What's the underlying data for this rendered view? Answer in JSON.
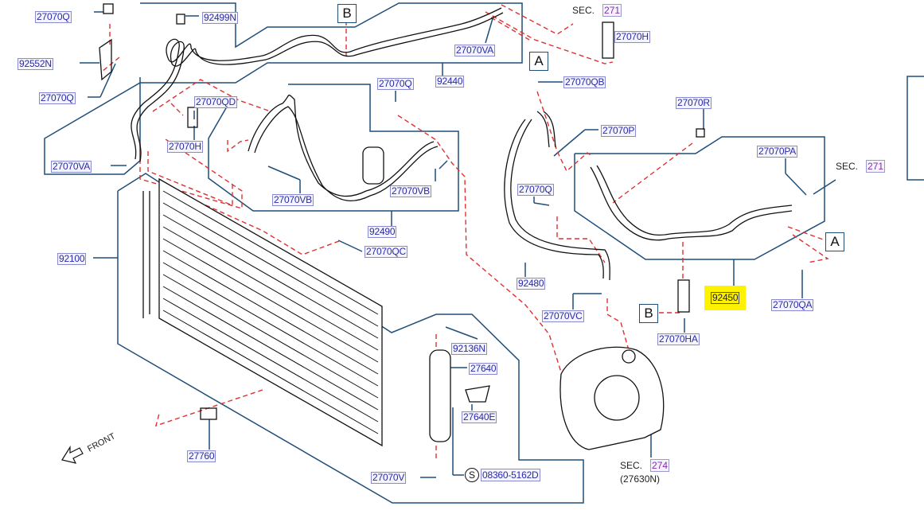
{
  "labels": [
    "27070Q",
    "92499N",
    "27070H",
    "92552N",
    "27070VA",
    "92440",
    "27070QB",
    "27070Q",
    "27070Q",
    "27070QD",
    "27070R",
    "27070P",
    "27070H",
    "27070PA",
    "27070VA",
    "27070Q",
    "27070VB",
    "27070VB",
    "92490",
    "27070QC",
    "92100",
    "92480",
    "92450",
    "27070QA",
    "27070VC",
    "27070HA",
    "92136N",
    "27640",
    "27640E",
    "27760",
    "27070V",
    "08360-5162D"
  ],
  "callouts": {
    "a": "A",
    "b": "B",
    "s": "S"
  },
  "sections": [
    {
      "prefix": "SEC.",
      "number": "271"
    },
    {
      "prefix": "SEC.",
      "number": "271"
    },
    {
      "prefix": "SEC.",
      "number": "274",
      "part": "(27630N)"
    }
  ],
  "direction_label": "FRONT",
  "highlighted_part": "92450",
  "colors": {
    "part_label": "#2a2aa8",
    "outline": "#1f4e79",
    "dashed_leader": "#e03030",
    "highlight": "#fff200"
  }
}
